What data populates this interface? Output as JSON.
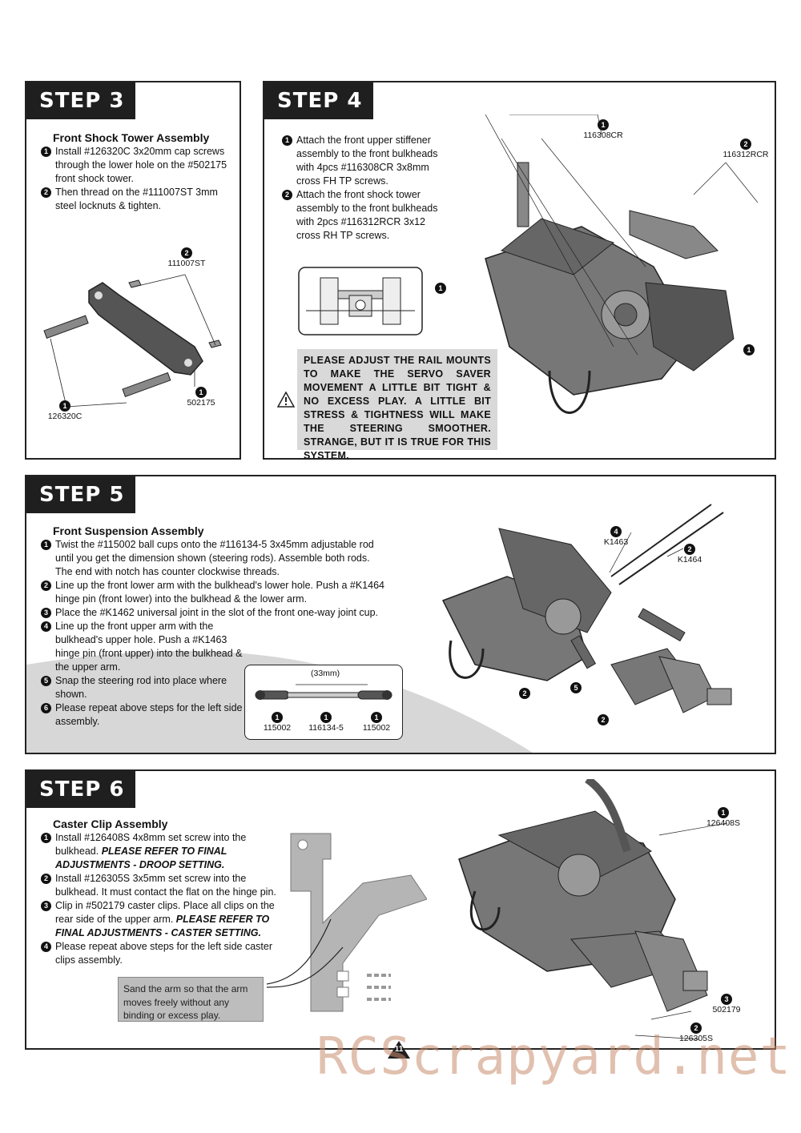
{
  "step3": {
    "badge": "STEP 3",
    "title": "Front Shock Tower Assembly",
    "items": [
      "Install #126320C 3x20mm cap screws through the lower hole on the #502175 front shock tower.",
      "Then thread on the #111007ST 3mm steel locknuts & tighten."
    ],
    "callouts": [
      {
        "n": "2",
        "part": "111007ST"
      },
      {
        "n": "1",
        "part": "126320C"
      },
      {
        "n": "1",
        "part": "502175"
      }
    ]
  },
  "step4": {
    "badge": "STEP 4",
    "items": [
      "Attach the front upper stiffener assembly to the front bulkheads with 4pcs #116308CR 3x8mm cross FH TP screws.",
      "Attach the front shock tower assembly to the front bulkheads with 2pcs #116312RCR 3x12 cross RH TP screws."
    ],
    "warning": "PLEASE ADJUST THE RAIL MOUNTS TO MAKE THE SERVO SAVER MOVEMENT A LITTLE BIT TIGHT & NO EXCESS PLAY. A LITTLE BIT STRESS & TIGHTNESS WILL MAKE THE STEERING SMOOTHER. STRANGE, BUT IT IS TRUE FOR THIS SYSTEM.",
    "callouts": [
      {
        "n": "1",
        "part": "116308CR"
      },
      {
        "n": "2",
        "part": "116312RCR"
      },
      {
        "n": "1",
        "part": ""
      },
      {
        "n": "1",
        "part": ""
      }
    ]
  },
  "step5": {
    "badge": "STEP 5",
    "title": "Front Suspension Assembly",
    "items": [
      "Twist the #115002 ball cups onto the #116134-5 3x45mm adjustable rod until you get the dimension shown (steering rods). Assemble both rods. The end with notch has counter clockwise threads.",
      "Line up the front lower arm with the bulkhead's lower hole. Push a #K1464 hinge pin (front lower) into the bulkhead & the lower arm.",
      "Place the #K1462 universal joint in the slot of the front one-way joint cup.",
      "Line up the front upper arm with the bulkhead's upper hole. Push a #K1463 hinge pin (front upper) into the bulkhead & the upper arm.",
      "Snap the steering rod into place where shown.",
      "Please repeat above steps for the left side assembly."
    ],
    "rod_dimension": "(33mm)",
    "rod_parts": [
      "115002",
      "116134-5",
      "115002"
    ],
    "callouts": [
      {
        "n": "4",
        "part": "K1463"
      },
      {
        "n": "2",
        "part": "K1464"
      },
      {
        "n": "2",
        "part": ""
      },
      {
        "n": "5",
        "part": ""
      },
      {
        "n": "2",
        "part": ""
      }
    ]
  },
  "step6": {
    "badge": "STEP 6",
    "title": "Caster Clip Assembly",
    "item1": "Install #126408S 4x8mm set screw into the bulkhead.",
    "item1_em": "PLEASE REFER TO FINAL ADJUSTMENTS - DROOP SETTING.",
    "item2": "Install #126305S 3x5mm set screw into the bulkhead. It must contact the flat on the hinge pin.",
    "item3": "Clip in #502179 caster clips. Place all clips on the rear side of the upper arm.",
    "item3_em": "PLEASE REFER TO FINAL ADJUSTMENTS - CASTER SETTING.",
    "item4": "Please repeat above steps for the left side caster clips assembly.",
    "note": "Sand the arm so that the arm moves freely without any binding or excess play.",
    "callouts": [
      {
        "n": "1",
        "part": "126408S"
      },
      {
        "n": "3",
        "part": "502179"
      },
      {
        "n": "2",
        "part": "126305S"
      }
    ]
  },
  "page_number": "11",
  "watermark": "RCScrapyard.net"
}
